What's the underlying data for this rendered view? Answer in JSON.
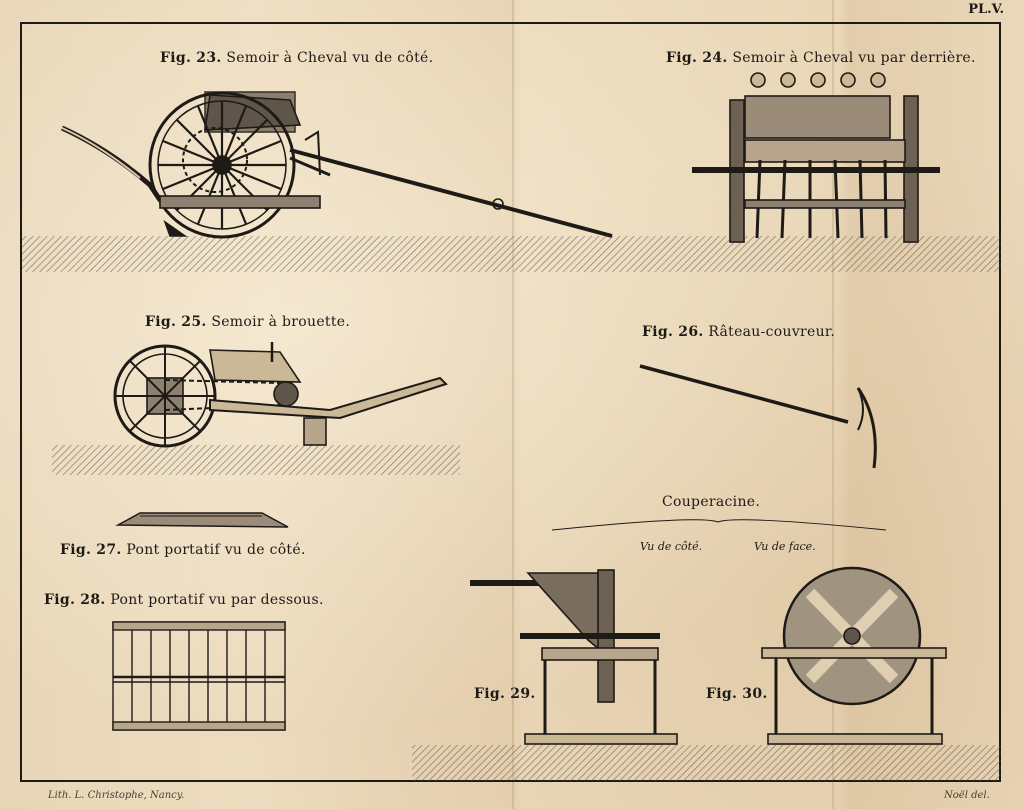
{
  "plate": "PL.V.",
  "figures": {
    "fig23": {
      "num": "Fig. 23.",
      "title": "Semoir à Cheval vu de côté."
    },
    "fig24": {
      "num": "Fig. 24.",
      "title": "Semoir à Cheval vu par derrière."
    },
    "fig25": {
      "num": "Fig. 25.",
      "title": "Semoir à brouette."
    },
    "fig26": {
      "num": "Fig. 26.",
      "title": "Râteau-couvreur."
    },
    "fig27": {
      "num": "Fig. 27.",
      "title": "Pont portatif vu de côté."
    },
    "fig28": {
      "num": "Fig. 28.",
      "title": "Pont portatif vu par dessous."
    },
    "fig29": {
      "num": "Fig. 29."
    },
    "fig30": {
      "num": "Fig. 30."
    }
  },
  "couperacine": {
    "title": "Couperacine.",
    "side_view": "Vu de côté.",
    "front_view": "Vu de face."
  },
  "credits": {
    "left": "Lith. L. Christophe, Nancy.",
    "right": "Noël del."
  }
}
